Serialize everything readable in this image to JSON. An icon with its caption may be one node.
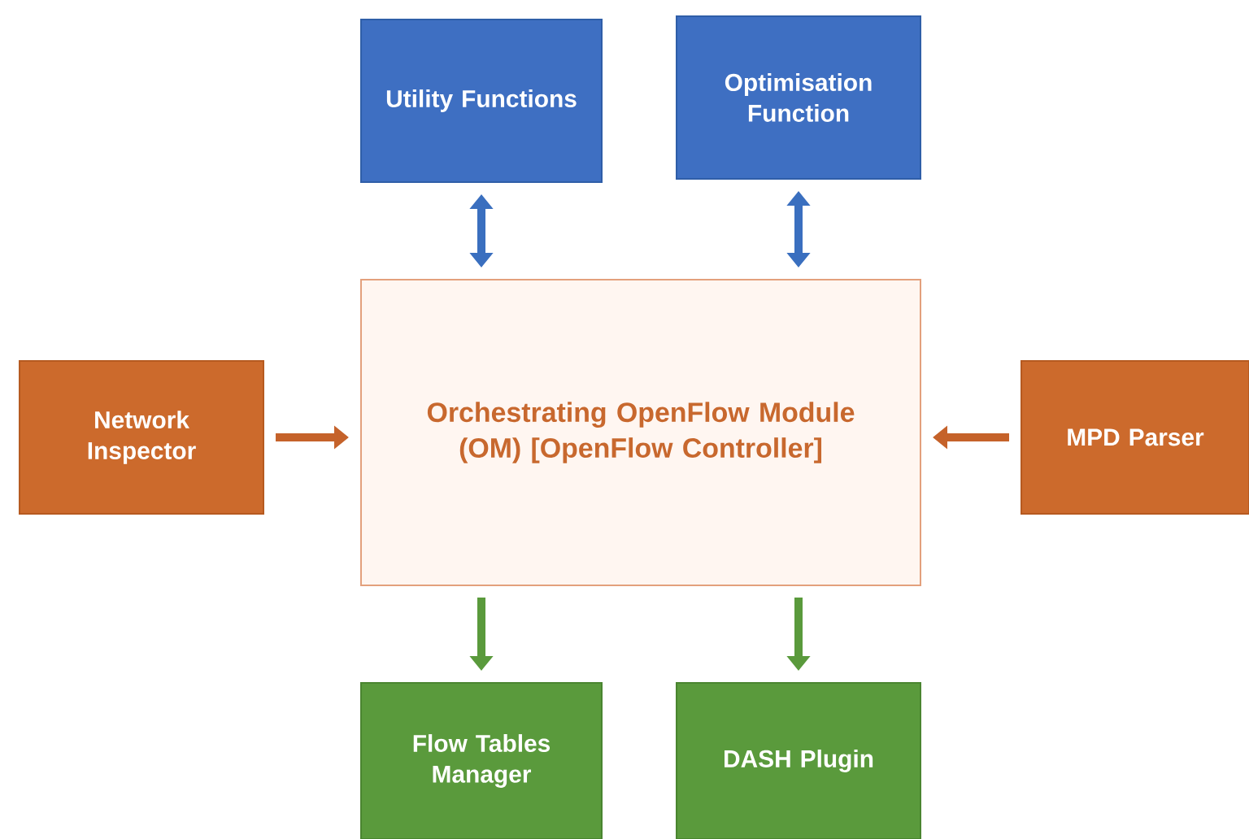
{
  "diagram": {
    "nodes": [
      {
        "text": [
          "Utility Functions"
        ]
      },
      {
        "text": [
          "Optimisation Function"
        ]
      },
      {
        "text": [
          "Orchestrating OpenFlow Module (OM) [OpenFlow Controller]"
        ]
      },
      {
        "text": [
          "Network Inspector"
        ]
      },
      {
        "text": [
          "MPD Parser"
        ]
      },
      {
        "text": [
          "Flow Tables Manager"
        ]
      },
      {
        "text": [
          "DASH Plugin"
        ]
      }
    ],
    "edges": [
      {
        "from": 0,
        "to": 2,
        "arrow": "both",
        "color": "#3a6fbf"
      },
      {
        "from": 1,
        "to": 2,
        "arrow": "both",
        "color": "#3a6fbf"
      },
      {
        "from": 3,
        "to": 2,
        "arrow": "to",
        "color": "#c5622a"
      },
      {
        "from": 4,
        "to": 2,
        "arrow": "to",
        "color": "#c5622a"
      },
      {
        "from": 2,
        "to": 5,
        "arrow": "to",
        "color": "#5a9a3c"
      },
      {
        "from": 2,
        "to": 6,
        "arrow": "to",
        "color": "#5a9a3c"
      }
    ]
  }
}
